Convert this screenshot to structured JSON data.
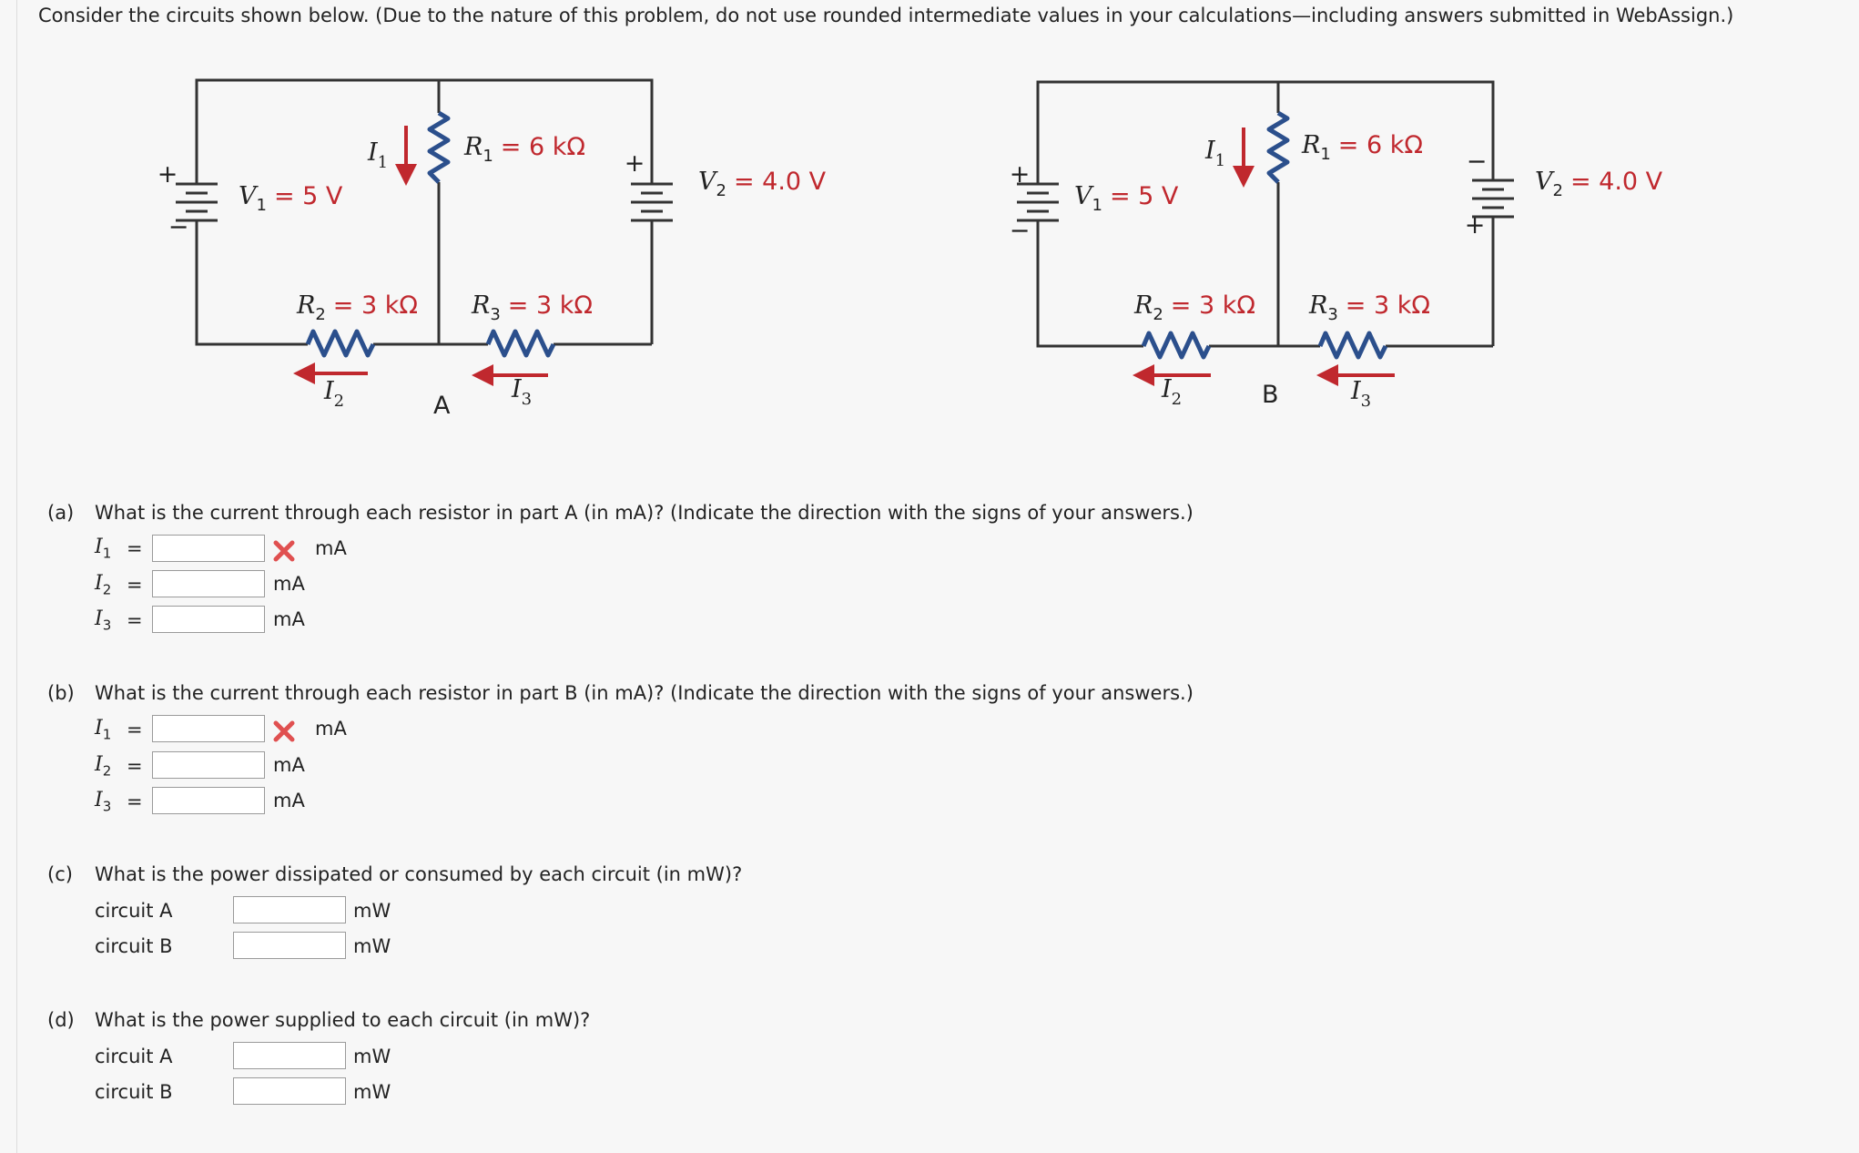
{
  "intro": "Consider the circuits shown below. (Due to the nature of this problem, do not use rounded intermediate values in your calculations—including answers submitted in WebAssign.)",
  "circuit_a": {
    "name": "A",
    "v1": {
      "symbol": "V",
      "sub": "1",
      "value": "= 5 V"
    },
    "v2": {
      "symbol": "V",
      "sub": "2",
      "value": "= 4.0 V"
    },
    "r1": {
      "symbol": "R",
      "sub": "1",
      "value": "= 6 kΩ"
    },
    "r2": {
      "symbol": "R",
      "sub": "2",
      "value": "= 3 kΩ"
    },
    "r3": {
      "symbol": "R",
      "sub": "3",
      "value": "= 3 kΩ"
    },
    "i1": {
      "symbol": "I",
      "sub": "1"
    },
    "i2": {
      "symbol": "I",
      "sub": "2"
    },
    "i3": {
      "symbol": "I",
      "sub": "3"
    }
  },
  "circuit_b": {
    "name": "B",
    "v1": {
      "symbol": "V",
      "sub": "1",
      "value": "= 5 V"
    },
    "v2": {
      "symbol": "V",
      "sub": "2",
      "value": "= 4.0 V"
    },
    "r1": {
      "symbol": "R",
      "sub": "1",
      "value": "= 6 kΩ"
    },
    "r2": {
      "symbol": "R",
      "sub": "2",
      "value": "= 3 kΩ"
    },
    "r3": {
      "symbol": "R",
      "sub": "3",
      "value": "= 3 kΩ"
    },
    "i1": {
      "symbol": "I",
      "sub": "1"
    },
    "i2": {
      "symbol": "I",
      "sub": "2"
    },
    "i3": {
      "symbol": "I",
      "sub": "3"
    }
  },
  "battery": {
    "plus": "+",
    "minus": "−"
  },
  "colors": {
    "value_red": "#c0282e",
    "arrow_red": "#c0282e",
    "resistor_blue": "#2b4f8c",
    "wire": "#333333",
    "error_red": "#e05050"
  },
  "icons": {
    "incorrect": "x-mark-icon"
  },
  "part_a": {
    "tag": "(a)",
    "question": "What is the current through each resistor in part A (in mA)? (Indicate the direction with the signs of your answers.)",
    "rows": [
      {
        "var": "I",
        "sub": "1",
        "eq": "=",
        "unit": "mA",
        "value": "",
        "incorrect": true
      },
      {
        "var": "I",
        "sub": "2",
        "eq": "=",
        "unit": "mA",
        "value": "",
        "incorrect": false
      },
      {
        "var": "I",
        "sub": "3",
        "eq": "=",
        "unit": "mA",
        "value": "",
        "incorrect": false
      }
    ]
  },
  "part_b": {
    "tag": "(b)",
    "question": "What is the current through each resistor in part B (in mA)? (Indicate the direction with the signs of your answers.)",
    "rows": [
      {
        "var": "I",
        "sub": "1",
        "eq": "=",
        "unit": "mA",
        "value": "",
        "incorrect": true
      },
      {
        "var": "I",
        "sub": "2",
        "eq": "=",
        "unit": "mA",
        "value": "",
        "incorrect": false
      },
      {
        "var": "I",
        "sub": "3",
        "eq": "=",
        "unit": "mA",
        "value": "",
        "incorrect": false
      }
    ]
  },
  "part_c": {
    "tag": "(c)",
    "question": "What is the power dissipated or consumed by each circuit (in mW)?",
    "rows": [
      {
        "label": "circuit A",
        "unit": "mW",
        "value": ""
      },
      {
        "label": "circuit B",
        "unit": "mW",
        "value": ""
      }
    ]
  },
  "part_d": {
    "tag": "(d)",
    "question": "What is the power supplied to each circuit (in mW)?",
    "rows": [
      {
        "label": "circuit A",
        "unit": "mW",
        "value": ""
      },
      {
        "label": "circuit B",
        "unit": "mW",
        "value": ""
      }
    ]
  }
}
